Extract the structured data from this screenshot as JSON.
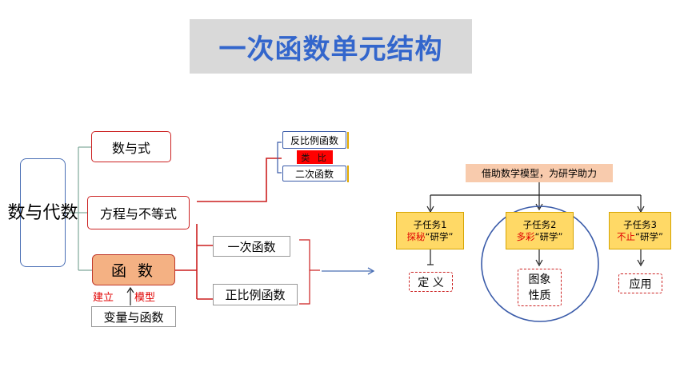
{
  "title": "一次函数单元结构",
  "left": {
    "root_label": "数与代数",
    "children": [
      "数与式",
      "方程与不等式",
      "函 数"
    ],
    "under_function": {
      "left_label": "建立",
      "right_label": "模型",
      "source": "变量与函数"
    }
  },
  "middle": {
    "top_group": {
      "top": "反比例函数",
      "relation": "类 比",
      "bottom": "二次函数"
    },
    "lower_group": [
      "一次函数",
      "正比例函数"
    ]
  },
  "right": {
    "root": "借助数学模型，为研学助力",
    "tasks": [
      {
        "name": "子任务1",
        "tag": "探秘",
        "suffix": "“研学”",
        "result": "定 义"
      },
      {
        "name": "子任务2",
        "tag": "多彩",
        "suffix": "“研学”",
        "result_line1": "图象",
        "result_line2": "性质"
      },
      {
        "name": "子任务3",
        "tag": "不止",
        "suffix": "“研学”",
        "result": "应用"
      }
    ]
  }
}
